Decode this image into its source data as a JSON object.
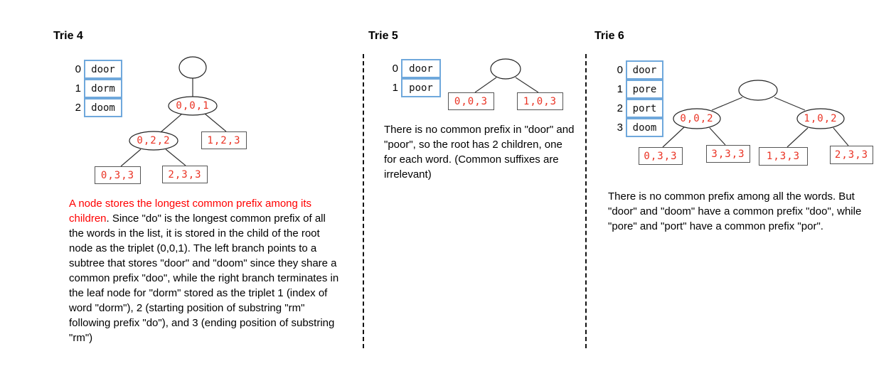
{
  "colors": {
    "triplet_red": "#ea3223",
    "caption_red": "#ff0000",
    "list_border_blue": "#6fa8dc"
  },
  "tries": [
    {
      "title": "Trie 4",
      "words": [
        {
          "index": "0",
          "word": "door"
        },
        {
          "index": "1",
          "word": "dorm"
        },
        {
          "index": "2",
          "word": "doom"
        }
      ],
      "nodes": {
        "root": "",
        "child": "0,0,1",
        "left": "0,2,2",
        "right_leaf": "1,2,3",
        "leaf_a": "0,3,3",
        "leaf_b": "2,3,3"
      },
      "caption_red": "A node stores the longest common prefix among its children",
      "caption_rest": ". Since \"do\" is the longest common prefix of all the words in the list, it is stored in the child of the root node as the triplet (0,0,1). The left branch points to a subtree that stores \"door\" and \"doom\" since they share a common prefix \"doo\", while the right branch terminates in the leaf node for \"dorm\" stored as the triplet 1 (index of word \"dorm\"), 2 (starting position of substring \"rm\" following prefix \"do\"), and 3 (ending position of substring \"rm\")"
    },
    {
      "title": "Trie 5",
      "words": [
        {
          "index": "0",
          "word": "door"
        },
        {
          "index": "1",
          "word": "poor"
        }
      ],
      "nodes": {
        "root": "",
        "leaf_a": "0,0,3",
        "leaf_b": "1,0,3"
      },
      "caption": "There is no common prefix in \"door\" and \"poor\", so the root has 2 children, one for each word. (Common suffixes are irrelevant)"
    },
    {
      "title": "Trie 6",
      "words": [
        {
          "index": "0",
          "word": "door"
        },
        {
          "index": "1",
          "word": "pore"
        },
        {
          "index": "2",
          "word": "port"
        },
        {
          "index": "3",
          "word": "doom"
        }
      ],
      "nodes": {
        "root": "",
        "left": "0,0,2",
        "right": "1,0,2",
        "leaf_a": "0,3,3",
        "leaf_b": "3,3,3",
        "leaf_c": "1,3,3",
        "leaf_d": "2,3,3"
      },
      "caption": "There is no common prefix among all the words. But \"door\" and \"doom\" have a common prefix \"doo\", while \"pore\" and \"port\" have a common prefix \"por\"."
    }
  ]
}
